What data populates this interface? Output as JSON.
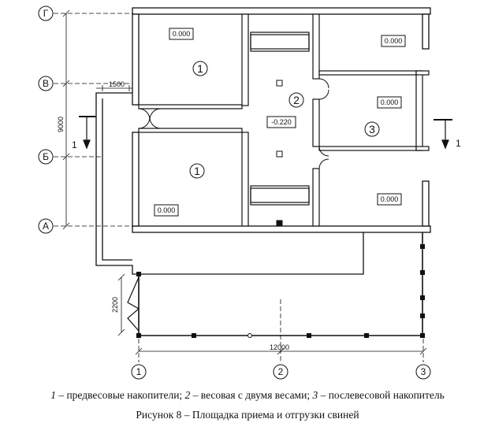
{
  "axes": {
    "letters": [
      "Г",
      "В",
      "Б",
      "А"
    ],
    "numbers": [
      "1",
      "2",
      "3"
    ]
  },
  "dimensions": {
    "vertical_total": "9000",
    "corridor_width": "1500",
    "gate_width": "2200",
    "horizontal_total": "12000"
  },
  "elevations": {
    "top_left": "0.000",
    "top_right": "0.000",
    "bottom_left": "0.000",
    "bottom_right": "0.000",
    "post_weighing": "0.000",
    "weighing": "-0.220"
  },
  "rooms": {
    "pre_weighing": "1",
    "weighing": "2",
    "post_weighing": "3"
  },
  "section_mark": "1",
  "legend": {
    "n1": "1",
    "t1": " – предвесовые накопители; ",
    "n2": "2",
    "t2": " – весовая с двумя весами; ",
    "n3": "3",
    "t3": " – послевесовой накопитель"
  },
  "caption": "Рисунок 8 – Площадка приема и отгрузки свиней"
}
